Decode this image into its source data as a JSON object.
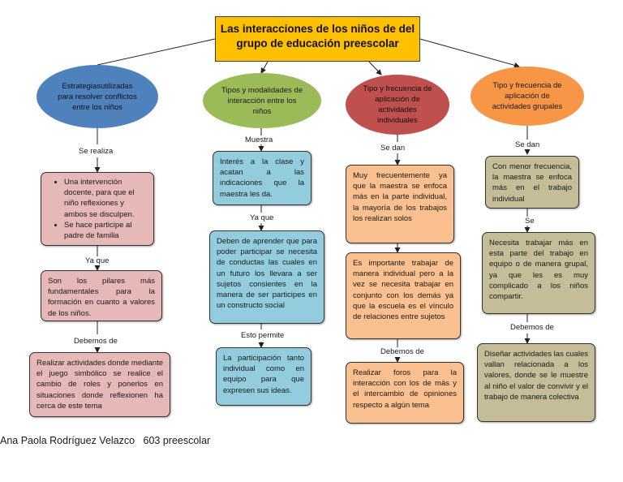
{
  "title": {
    "line1": "Las interacciones de los niños de del",
    "line2": "grupo de educación preescolar"
  },
  "branches": {
    "estrategias": {
      "heading": "Estrategiasutilizadas para resolver conflictos entre los niños",
      "link1": "Se realiza",
      "box1_items": [
        "Una intervención docente, para que el niño reflexiones y ambos se disculpen.",
        "Se hace participe al padre de familia"
      ],
      "link2": "Ya que",
      "box2": "Son los pilares más fundamentales para la formación en cuanto a valores de los niños.",
      "link3": "Debemos de",
      "box3": "Realizar actividades donde mediante el juego simbólico se realice el cambio de roles y ponerlos en situaciones donde reflexionen ha cerca de este tema"
    },
    "tipos": {
      "heading": "Tipos y modalidades de interacción entre los niños",
      "link1": "Muestra",
      "box1": "Interés a la clase y acatan a las indicaciones que la maestra les da.",
      "link2": "Ya que",
      "box2": "Deben de aprender que para poder participar se necesita de conductas las cuales en un futuro los llevara a ser sujetos consientes en la manera de ser participes en un constructo social",
      "link3": "Esto permite",
      "box3": "La participación tanto individual como en equipo para que expresen sus ideas."
    },
    "individuales": {
      "heading": "Tipo y frecuencia de aplicación de actividades individuales",
      "link1": "Se dan",
      "box1": "Muy frecuentemente ya que la maestra se enfoca más en la parte individual, la mayoría de los trabajos los realizan solos",
      "box2": "Es importante trabajar de manera individual pero a la vez se necesita trabajar en conjunto con los demás ya que la escuela es el vínculo de relaciones entre sujetos",
      "link3": "Debemos de",
      "box3": "Realizar foros para la interacción con los de más y el intercambio de opiniones respecto a algún tema"
    },
    "grupales": {
      "heading": "Tipo y frecuencia de aplicación de actividades grupales",
      "link1": "Se dan",
      "box1": "Con menor frecuencia, la maestra se enfoca más en el trabajo individual",
      "link2": "Se",
      "box2": "Necesita trabajar más en esta parte del trabajo en equipo o de manera grupal, ya que les es muy complicado a los niños compartir.",
      "link3": "Debemos de",
      "box3": "Diseñar actividades las cuales vallan relacionada a los valores, donde se le muestre al niño el valor de convivir y el trabajo de manera colectiva"
    }
  },
  "author": "Ana Paola Rodríguez Velazco   603 preescolar",
  "colors": {
    "title": "#ffc000",
    "estrategias_ellipse": "#4f81bd",
    "tipos_ellipse": "#9bbb59",
    "individuales_ellipse": "#c0504d",
    "grupales_ellipse": "#f79646",
    "pink_box": "#e6b8b7",
    "blue_box": "#93cddd",
    "orange_box": "#fac090",
    "tan_box": "#c4bd97"
  }
}
